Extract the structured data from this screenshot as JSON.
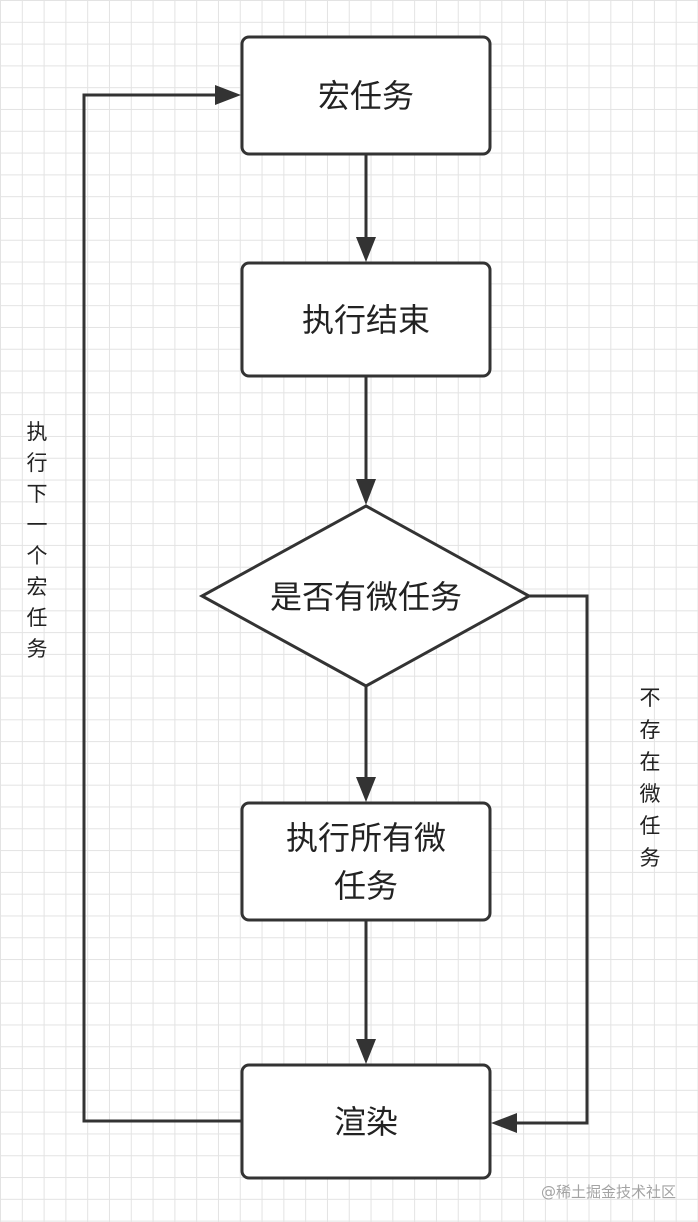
{
  "nodes": {
    "macrotask": {
      "label": "宏任务"
    },
    "exec_end": {
      "label": "执行结束"
    },
    "has_micro": {
      "label": "是否有微任务"
    },
    "exec_all_micro": {
      "line1": "执行所有微",
      "line2": "任务"
    },
    "render": {
      "label": "渲染"
    }
  },
  "edge_labels": {
    "next_macrotask": [
      "执",
      "行",
      "下",
      "一",
      "个",
      "宏",
      "任",
      "务"
    ],
    "no_micro": [
      "不",
      "存",
      "在",
      "微",
      "任",
      "务"
    ]
  },
  "watermark": "@稀土掘金技术社区",
  "colors": {
    "stroke": "#333333",
    "grid": "#e3e3e3",
    "watermark": "#a3a3a3"
  }
}
